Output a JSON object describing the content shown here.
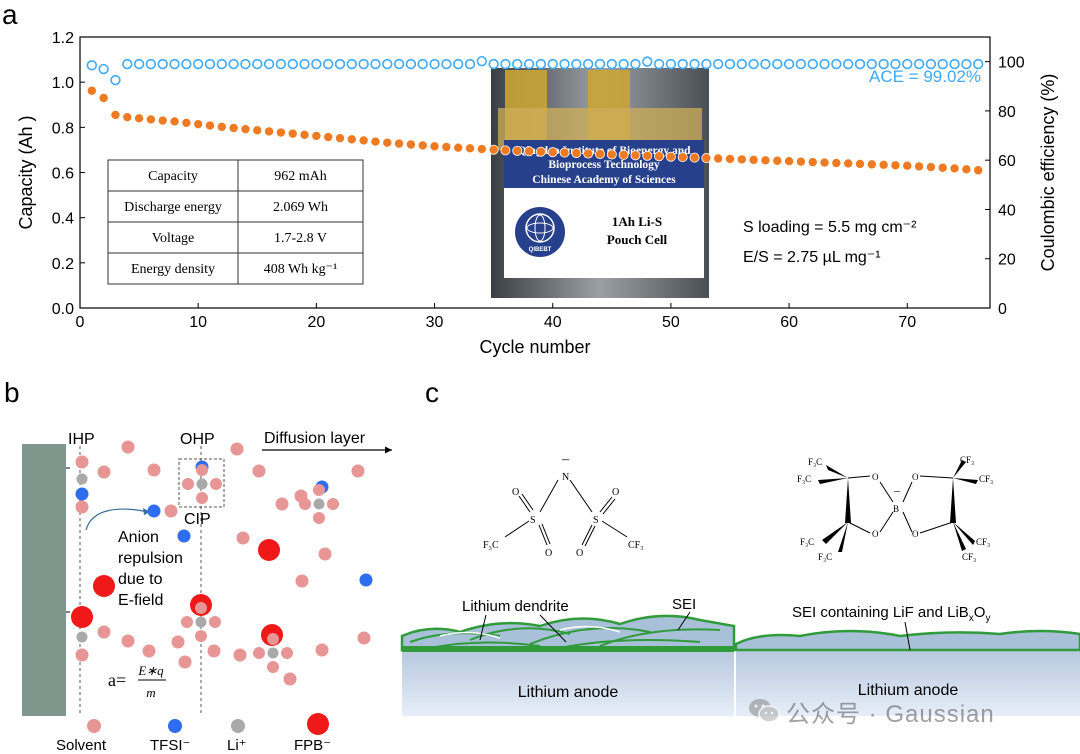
{
  "panel_labels": {
    "a": "a",
    "b": "b",
    "c": "c"
  },
  "chart_data": {
    "type": "scatter",
    "xlabel": "Cycle number",
    "ylabel_left": "Capacity (Ah )",
    "ylabel_right": "Coulombic efficiency (%)",
    "xlim": [
      0,
      77
    ],
    "ylim_left": [
      0.0,
      1.2
    ],
    "ylim_right": [
      0,
      110
    ],
    "xticks": [
      0,
      10,
      20,
      30,
      40,
      50,
      60,
      70
    ],
    "yticks_left": [
      "0.0",
      "0.2",
      "0.4",
      "0.6",
      "0.8",
      "1.0",
      "1.2"
    ],
    "yticks_right": [
      "0",
      "20",
      "40",
      "60",
      "80",
      "100"
    ],
    "yticks_left_values": [
      0,
      0.2,
      0.4,
      0.6,
      0.8,
      1.0,
      1.2
    ],
    "yticks_right_values": [
      0,
      20,
      40,
      60,
      80,
      100
    ],
    "colors": {
      "capacity": "#ee7a22",
      "ce": "#3fa9f5",
      "ace_text": "#3fa9f5"
    },
    "series": [
      {
        "axis": "left",
        "x": [
          1,
          2,
          3,
          4,
          5,
          6,
          7,
          8,
          9,
          10,
          11,
          12,
          13,
          14,
          15,
          16,
          17,
          18,
          19,
          20,
          21,
          22,
          23,
          24,
          25,
          26,
          27,
          28,
          29,
          30,
          31,
          32,
          33,
          34,
          35,
          36,
          37,
          38,
          39,
          40,
          41,
          42,
          43,
          44,
          45,
          46,
          47,
          48,
          49,
          50,
          51,
          52,
          53,
          54,
          55,
          56,
          57,
          58,
          59,
          60,
          61,
          62,
          63,
          64,
          65,
          66,
          67,
          68,
          69,
          70,
          71,
          72,
          73,
          74,
          75,
          76
        ],
        "values": [
          0.962,
          0.93,
          0.855,
          0.845,
          0.84,
          0.835,
          0.83,
          0.826,
          0.82,
          0.814,
          0.808,
          0.802,
          0.797,
          0.792,
          0.787,
          0.782,
          0.777,
          0.772,
          0.767,
          0.762,
          0.757,
          0.752,
          0.747,
          0.742,
          0.737,
          0.732,
          0.728,
          0.724,
          0.72,
          0.716,
          0.713,
          0.71,
          0.707,
          0.704,
          0.701,
          0.698,
          0.696,
          0.694,
          0.692,
          0.69,
          0.688,
          0.686,
          0.684,
          0.682,
          0.68,
          0.678,
          0.676,
          0.674,
          0.672,
          0.67,
          0.668,
          0.666,
          0.664,
          0.662,
          0.66,
          0.658,
          0.656,
          0.654,
          0.652,
          0.65,
          0.648,
          0.646,
          0.644,
          0.642,
          0.64,
          0.638,
          0.636,
          0.634,
          0.632,
          0.63,
          0.627,
          0.624,
          0.621,
          0.618,
          0.614,
          0.61
        ]
      },
      {
        "axis": "right",
        "x": [
          1,
          2,
          3,
          4,
          5,
          6,
          7,
          8,
          9,
          10,
          11,
          12,
          13,
          14,
          15,
          16,
          17,
          18,
          19,
          20,
          21,
          22,
          23,
          24,
          25,
          26,
          27,
          28,
          29,
          30,
          31,
          32,
          33,
          34,
          35,
          36,
          37,
          38,
          39,
          40,
          41,
          42,
          43,
          44,
          45,
          46,
          47,
          48,
          49,
          50,
          51,
          52,
          53,
          54,
          55,
          56,
          57,
          58,
          59,
          60,
          61,
          62,
          63,
          64,
          65,
          66,
          67,
          68,
          69,
          70,
          71,
          72,
          73,
          74,
          75,
          76
        ],
        "values": [
          98.5,
          97.0,
          92.5,
          99.0,
          99.0,
          99.0,
          99.0,
          99.0,
          99.0,
          99.0,
          99.0,
          99.0,
          99.0,
          99.0,
          99.0,
          99.0,
          99.0,
          99.0,
          99.0,
          99.0,
          99.0,
          99.0,
          99.0,
          99.0,
          99.0,
          99.0,
          99.0,
          99.0,
          99.0,
          99.0,
          99.0,
          99.0,
          99.0,
          100.2,
          99.0,
          99.0,
          99.0,
          99.0,
          99.0,
          99.0,
          99.0,
          99.0,
          99.0,
          99.0,
          99.0,
          99.0,
          99.0,
          100.0,
          99.0,
          99.0,
          99.0,
          99.0,
          99.0,
          99.0,
          99.0,
          99.0,
          99.0,
          99.0,
          99.0,
          99.0,
          99.0,
          99.0,
          99.0,
          99.0,
          99.0,
          99.0,
          99.0,
          99.0,
          99.0,
          99.0,
          99.0,
          99.0,
          99.0,
          99.0,
          99.0,
          99.0
        ]
      }
    ],
    "annotations": {
      "ace": "ACE = 99.02%",
      "s_loading": "S loading = 5.5 mg cm⁻²",
      "es": "E/S = 2.75  µL mg⁻¹"
    },
    "table": [
      [
        "Capacity",
        "962 mAh"
      ],
      [
        "Discharge energy",
        "2.069 Wh"
      ],
      [
        "Voltage",
        "1.7-2.8 V"
      ],
      [
        "Energy density",
        "408 Wh kg⁻¹"
      ]
    ],
    "pouch": {
      "line1": "Qingdao Institute of Bioenergy and",
      "line2": "Bioprocess Technology",
      "line3": "Chinese Academy of Sciences",
      "label1": "1Ah Li-S",
      "label2": "Pouch Cell",
      "logo": "QIBEBT"
    }
  },
  "panel_b": {
    "ihp": "IHP",
    "ohp": "OHP",
    "diffusion": "Diffusion layer",
    "cip": "CIP",
    "anion1": "Anion",
    "anion2": "repulsion",
    "anion3": "due to",
    "anion4": "E-field",
    "formula_a": "a=",
    "formula_num": "E∗q",
    "formula_den": "m",
    "legend": {
      "solvent": "Solvent",
      "tfsi": "TFSI⁻",
      "li": "Li⁺",
      "fpb": "FPB⁻"
    },
    "colors": {
      "solvent": "#e79595",
      "tfsi": "#2f6df0",
      "li": "#a9a9a9",
      "fpb": "#f01818",
      "electrode": "#7f968c"
    }
  },
  "panel_c": {
    "tfsi_atoms": {
      "o": "O",
      "s": "S",
      "n": "N",
      "f3c": "F₃C",
      "cf3": "CF₃",
      "minus": "–"
    },
    "fpb_atoms": {
      "f3c": "F₃C",
      "cf3": "CF₃",
      "o": "O",
      "b": "B",
      "minus": "–"
    },
    "left_anode": "Lithium anode",
    "right_anode": "Lithium anode",
    "dendrite": "Lithium dendrite",
    "sei": "SEI",
    "sei_right": "SEI containing LiF and LiB",
    "sei_sub_x": "x",
    "sei_o": "O",
    "sei_sub_y": "y"
  },
  "watermark": "公众号 · Gaussian"
}
